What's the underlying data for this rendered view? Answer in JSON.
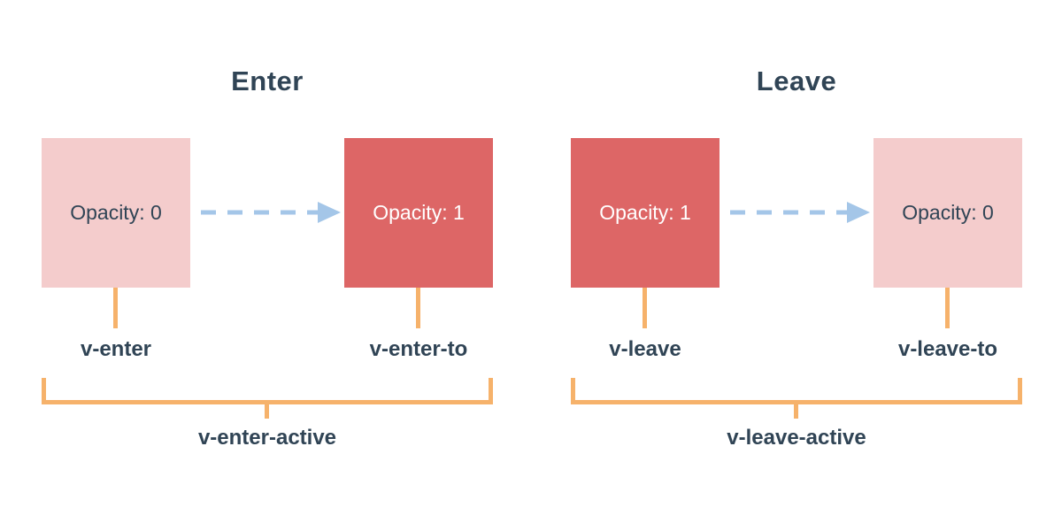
{
  "colors": {
    "box_light": "#f4cccc",
    "box_dark": "#dd6666",
    "text_dark": "#304455",
    "text_light": "#ffffff",
    "arrow_blue": "#a4c6e8",
    "bracket_orange": "#f6b26b",
    "page_bg": "#ffffff"
  },
  "icons": {
    "arrow": "dashed-arrow-right-icon"
  },
  "panels": [
    {
      "title": "Enter",
      "boxes": [
        {
          "label": "Opacity: 0",
          "variant": "light"
        },
        {
          "label": "Opacity: 1",
          "variant": "dark"
        }
      ],
      "box_labels": [
        "v-enter",
        "v-enter-to"
      ],
      "active_label": "v-enter-active"
    },
    {
      "title": "Leave",
      "boxes": [
        {
          "label": "Opacity: 1",
          "variant": "dark"
        },
        {
          "label": "Opacity: 0",
          "variant": "light"
        }
      ],
      "box_labels": [
        "v-leave",
        "v-leave-to"
      ],
      "active_label": "v-leave-active"
    }
  ]
}
